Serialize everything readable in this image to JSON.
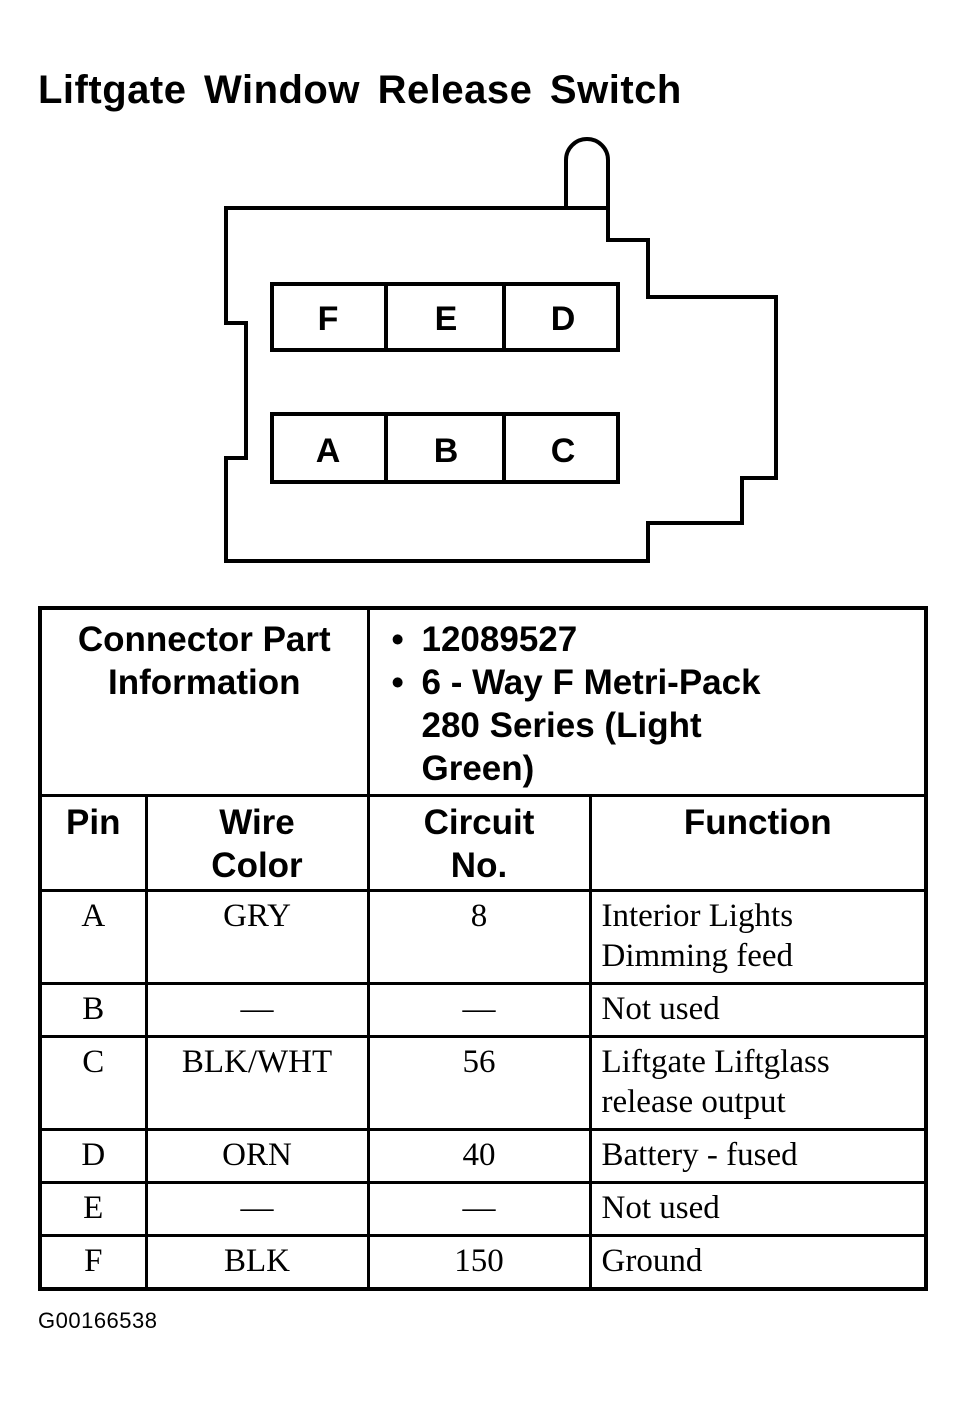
{
  "title": "Liftgate Window Release Switch",
  "connector": {
    "pins_top": [
      "F",
      "E",
      "D"
    ],
    "pins_bottom": [
      "A",
      "B",
      "C"
    ]
  },
  "part_info": {
    "label_line1": "Connector Part",
    "label_line2": "Information",
    "part_number": "12089527",
    "description_line1": "6 - Way F Metri-Pack",
    "description_line2": "280 Series (Light",
    "description_line3": "Green)"
  },
  "columns": {
    "pin": "Pin",
    "wire_color_line1": "Wire",
    "wire_color_line2": "Color",
    "circuit_line1": "Circuit",
    "circuit_line2": "No.",
    "function": "Function"
  },
  "rows": [
    {
      "pin": "A",
      "wire": "GRY",
      "circuit": "8",
      "function_line1": "Interior Lights",
      "function_line2": "Dimming feed"
    },
    {
      "pin": "B",
      "wire": "—",
      "circuit": "—",
      "function_line1": "Not used"
    },
    {
      "pin": "C",
      "wire": "BLK/WHT",
      "circuit": "56",
      "function_line1": "Liftgate Liftglass",
      "function_line2": "release output"
    },
    {
      "pin": "D",
      "wire": "ORN",
      "circuit": "40",
      "function_line1": "Battery - fused"
    },
    {
      "pin": "E",
      "wire": "—",
      "circuit": "—",
      "function_line1": "Not used"
    },
    {
      "pin": "F",
      "wire": "BLK",
      "circuit": "150",
      "function_line1": "Ground"
    }
  ],
  "figure_id": "G00166538"
}
